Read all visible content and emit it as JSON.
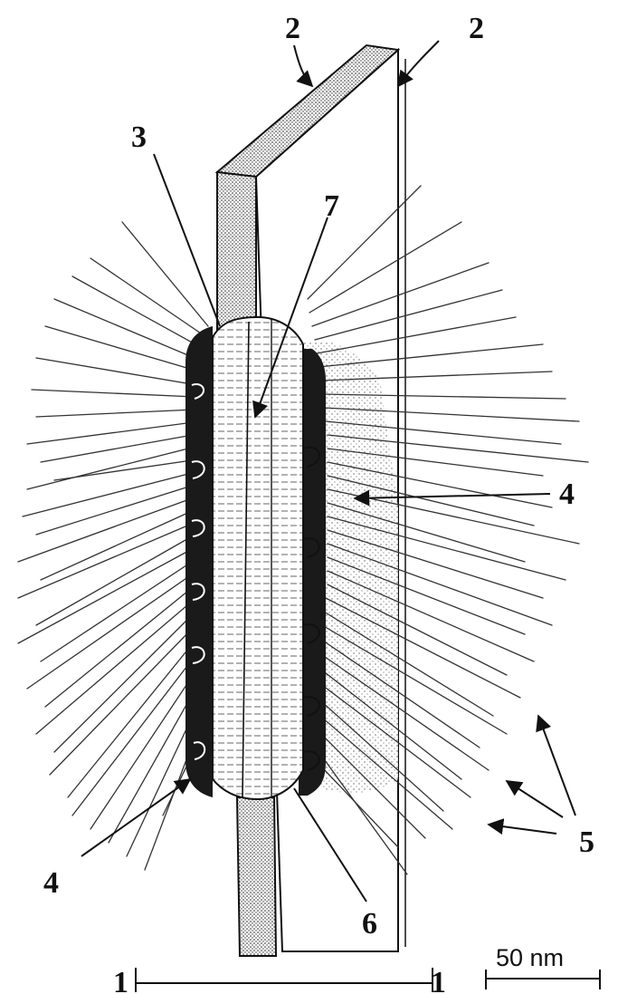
{
  "diagram": {
    "labels": {
      "l2a": "2",
      "l2b": "2",
      "l3": "3",
      "l7": "7",
      "l4a": "4",
      "l4b": "4",
      "l5": "5",
      "l6": "6",
      "l1a": "1",
      "l1b": "1"
    },
    "scale_bar": {
      "label": "50 nm"
    },
    "colors": {
      "ink": "#111111",
      "dark_band": "#1a1a1a",
      "sheet_fill": "#ffffff"
    }
  }
}
